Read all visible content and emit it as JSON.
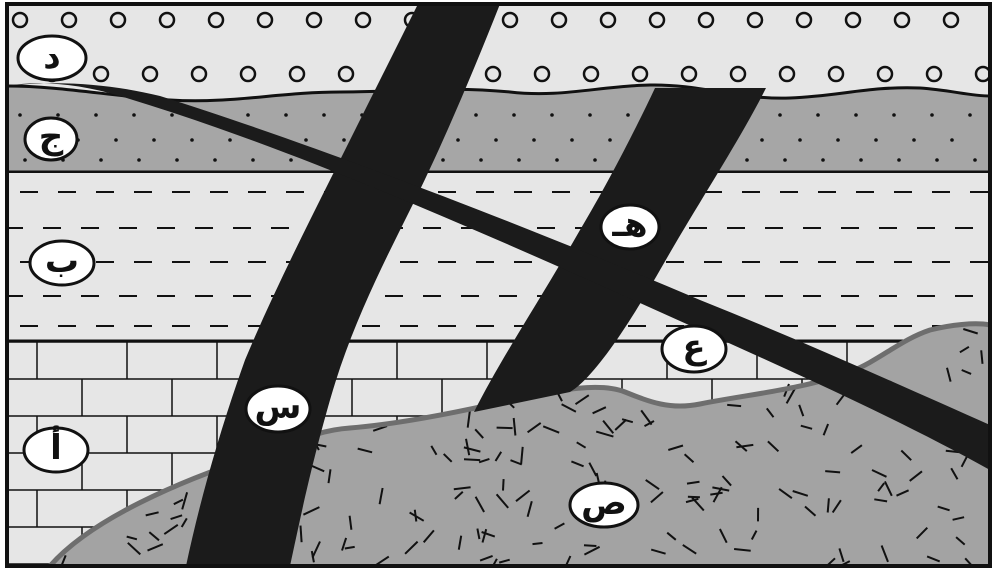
{
  "colors": {
    "layer_d": "#e6e6e6",
    "layer_j": "#a6a6a6",
    "layer_b": "#e6e6e6",
    "layer_a": "#e6e6e6",
    "intrusion_s": "#a3a3a3",
    "dikes": "#1b1b1b",
    "contact_line": "#6e6e6e",
    "label_fill": "#ffffff"
  },
  "labels": {
    "d": "د",
    "j": "ج",
    "b": "ب",
    "a": "أ",
    "h": "هـ",
    "ain": "ع",
    "sin": "س",
    "sad": "ص"
  }
}
